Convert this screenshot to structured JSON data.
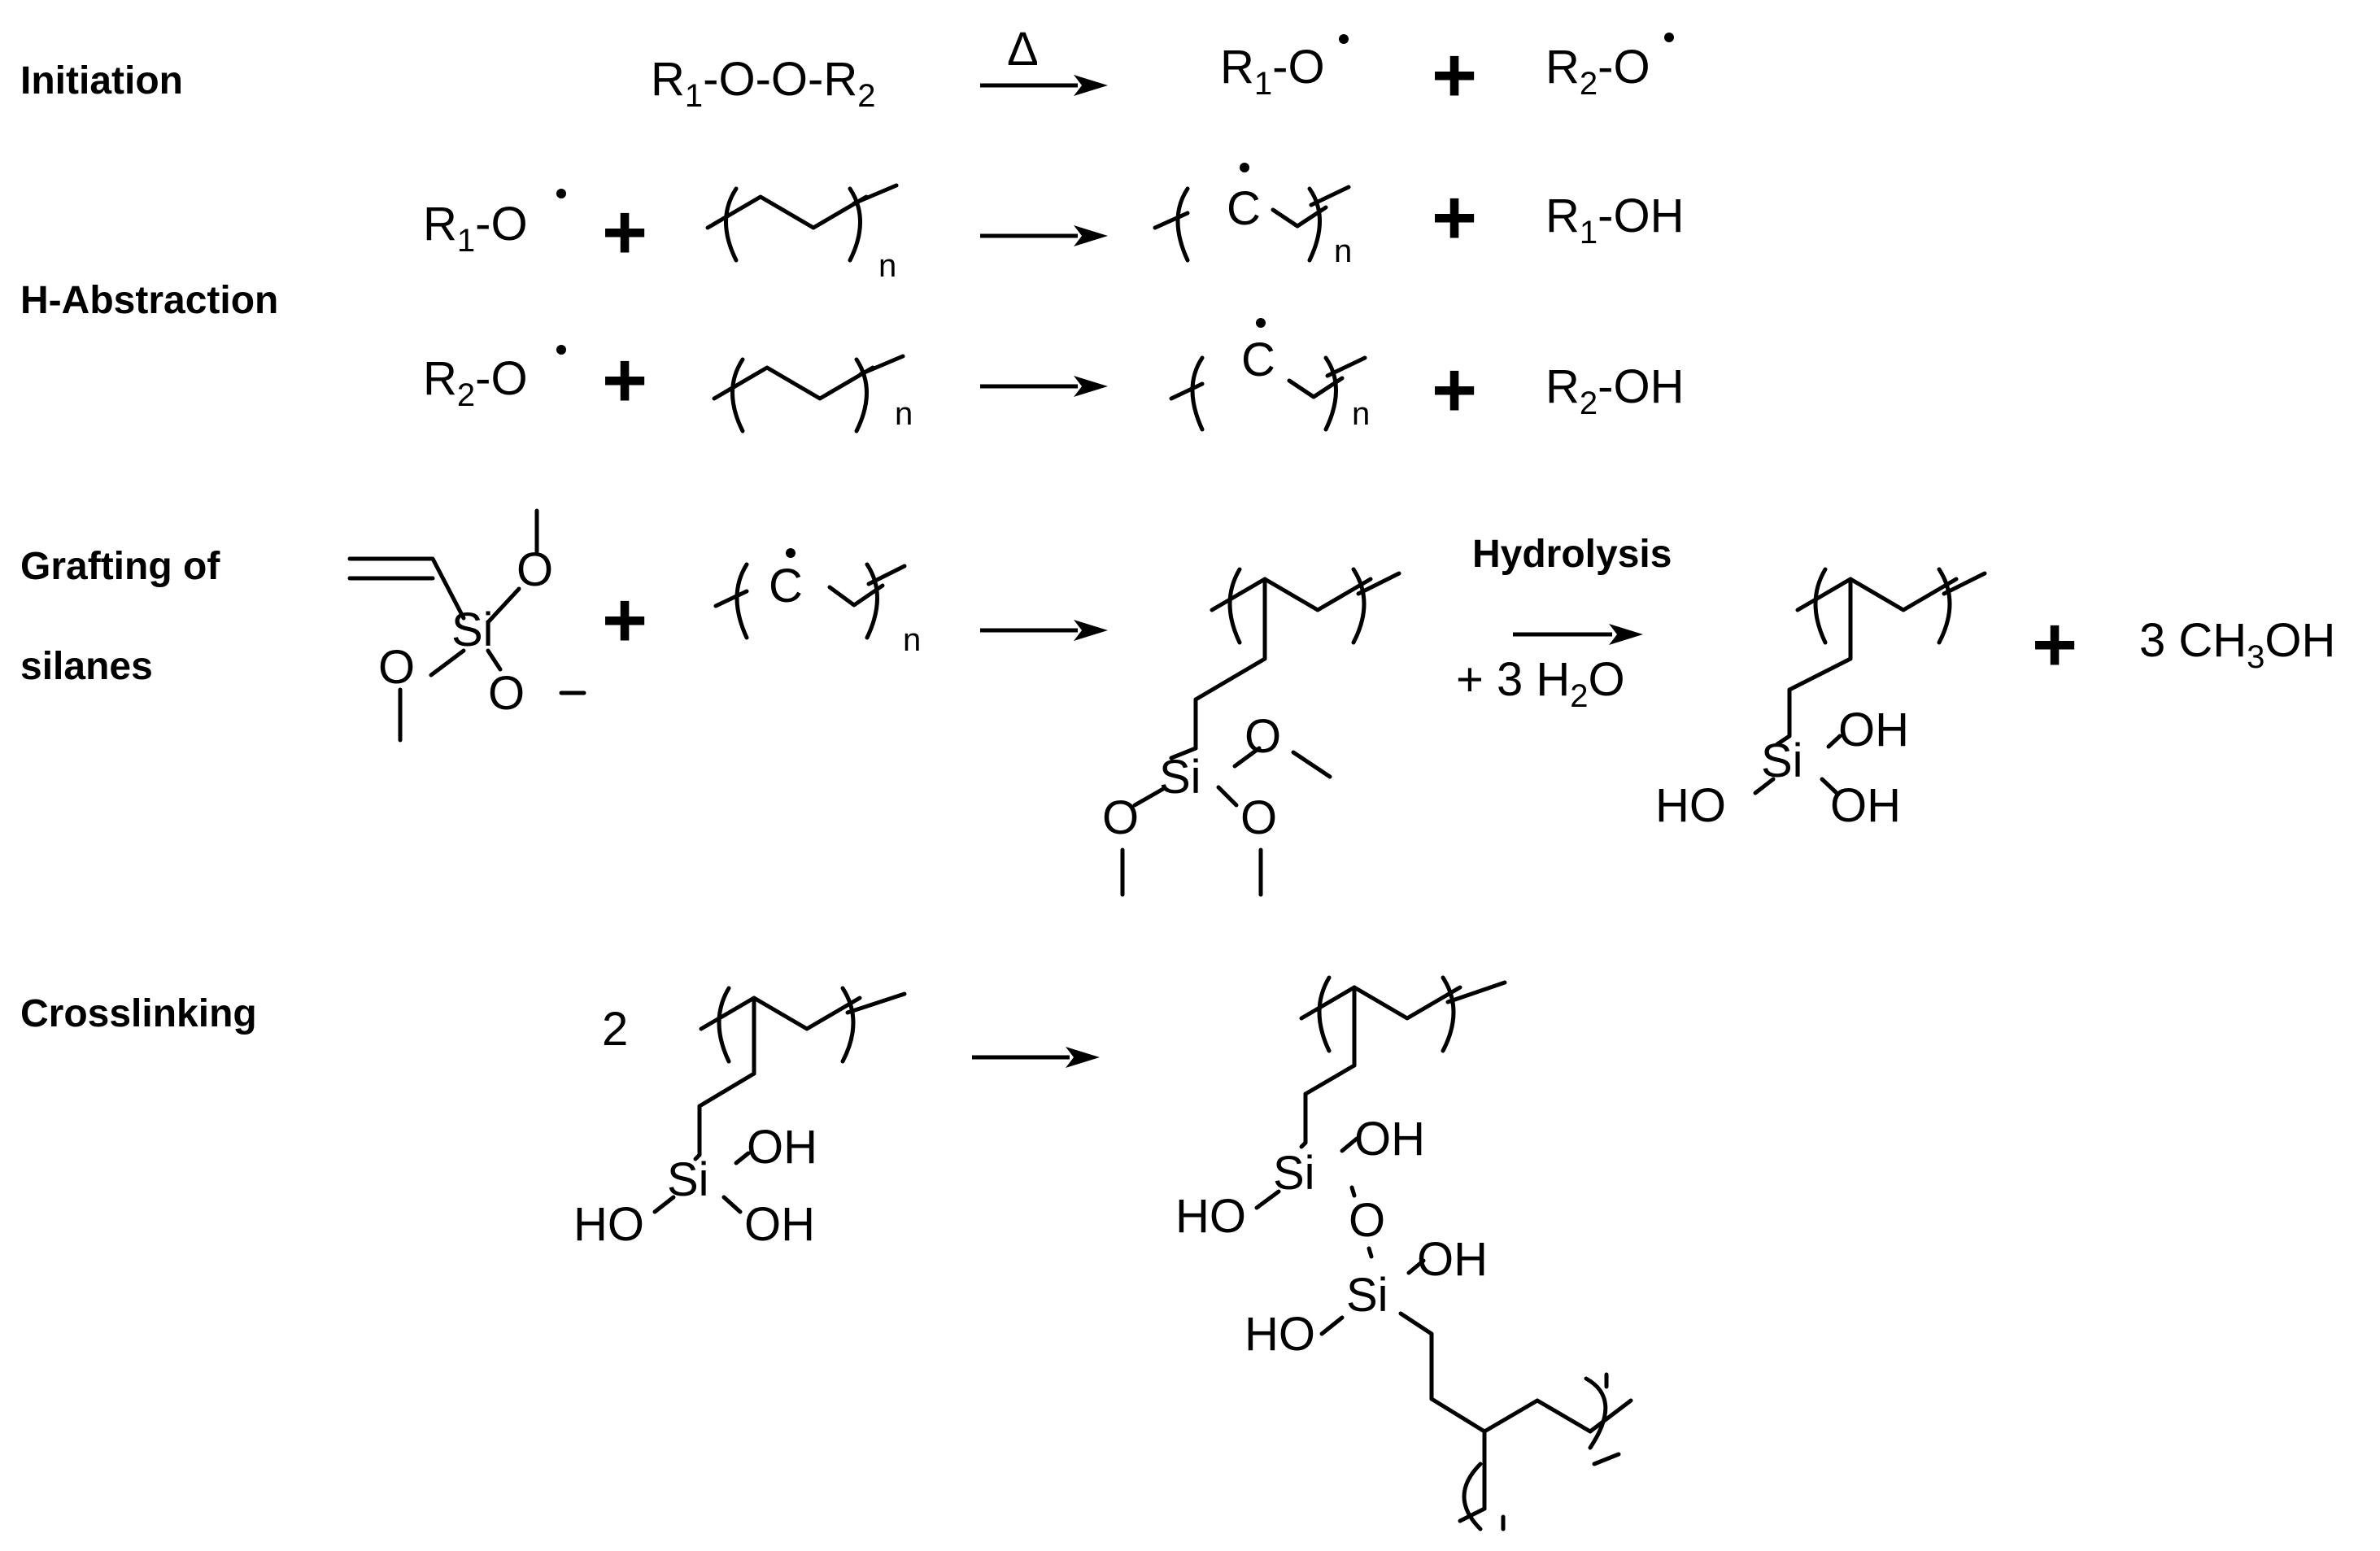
{
  "labels": {
    "initiation": "Initiation",
    "h_abstraction": "H-Abstraction",
    "grafting_line1": "Grafting of",
    "grafting_line2": "silanes",
    "crosslinking": "Crosslinking",
    "hydrolysis": "Hydrolysis"
  },
  "initiation": {
    "peroxide_R1": "R",
    "peroxide_sub1": "1",
    "peroxide_mid": "-O-O-R",
    "peroxide_sub2": "2",
    "heat": "Δ",
    "prod1_R": "R",
    "prod1_sub": "1",
    "prod1_O": "-O",
    "prod2_R": "R",
    "prod2_sub": "2",
    "prod2_O": "-O"
  },
  "abstraction": [
    {
      "radical_R": "R",
      "radical_sub": "1",
      "radical_O": "-O",
      "n": "n",
      "carbon": "C",
      "n2": "n",
      "prod_R": "R",
      "prod_sub": "1",
      "prod_OH": "-OH"
    },
    {
      "radical_R": "R",
      "radical_sub": "2",
      "radical_O": "-O",
      "n": "n",
      "carbon": "C",
      "n2": "n",
      "prod_R": "R",
      "prod_sub": "2",
      "prod_OH": "-OH"
    }
  ],
  "grafting": {
    "silane_O_top": "O",
    "silane_Si": "Si",
    "silane_O_left": "O",
    "silane_O_right": "O",
    "carbon": "C",
    "n": "n",
    "prod_Si": "Si",
    "prod_O_right": "O",
    "prod_O_left": "O",
    "prod_O_bottom": "O",
    "water": "+ 3 H",
    "water_sub": "2",
    "water_O": "O",
    "hyd_OH1": "OH",
    "hyd_Si": "Si",
    "hyd_HO": "HO",
    "hyd_OH2": "OH",
    "methanol": "3 CH",
    "methanol_sub": "3",
    "methanol_OH": "OH"
  },
  "crosslinking": {
    "coef": "2",
    "reactant_OH1": "OH",
    "reactant_Si": "Si",
    "reactant_HO": "HO",
    "reactant_OH2": "OH",
    "prod_OH_top": "OH",
    "prod_Si_top": "Si",
    "prod_HO_top": "HO",
    "prod_O": "O",
    "prod_OH_bottom": "OH",
    "prod_Si_bottom": "Si",
    "prod_HO_bottom": "HO"
  },
  "plus_sign": "+"
}
